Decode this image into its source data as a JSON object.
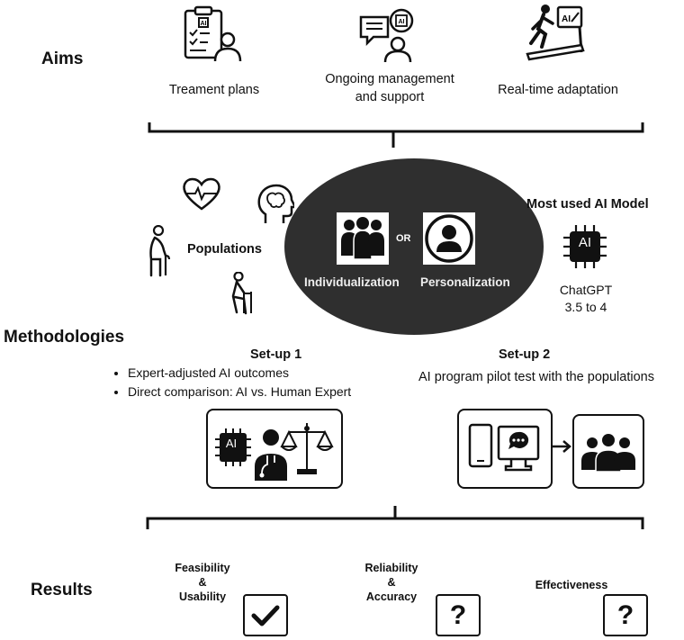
{
  "aims": {
    "heading": "Aims",
    "items": [
      {
        "label": "Treament plans",
        "icon": "clipboard-ai-person-icon"
      },
      {
        "label": "Ongoing management and support",
        "icon": "chat-ai-person-icon"
      },
      {
        "label": "Real-time adaptation",
        "icon": "treadmill-ai-icon"
      }
    ]
  },
  "populations": {
    "label": "Populations",
    "icons": [
      "heart-rate-icon",
      "brain-head-icon",
      "elderly-cane-icon",
      "rehab-walker-icon"
    ]
  },
  "center": {
    "individualization": "Individualization",
    "or": "OR",
    "personalization": "Personalization",
    "fill_color": "#2f2f2f"
  },
  "ai_model": {
    "heading": "Most used AI Model",
    "chip_text": "AI",
    "name": "ChatGPT",
    "versions": "3.5 to 4"
  },
  "methodologies": {
    "heading": "Methodologies",
    "setup1": {
      "title": "Set-up 1",
      "bullets": [
        "Expert-adjusted AI outcomes",
        "Direct comparison: AI vs. Human Expert"
      ],
      "chip_text": "AI"
    },
    "setup2": {
      "title": "Set-up 2",
      "subtitle": "AI program pilot test with the populations"
    }
  },
  "results": {
    "heading": "Results",
    "items": [
      {
        "line1": "Feasibility",
        "line2": "&",
        "line3": "Usability",
        "status": "check"
      },
      {
        "line1": "Reliability",
        "line2": "&",
        "line3": "Accuracy",
        "status": "?"
      },
      {
        "line1": "Effectiveness",
        "line2": "",
        "line3": "",
        "status": "?"
      }
    ]
  }
}
